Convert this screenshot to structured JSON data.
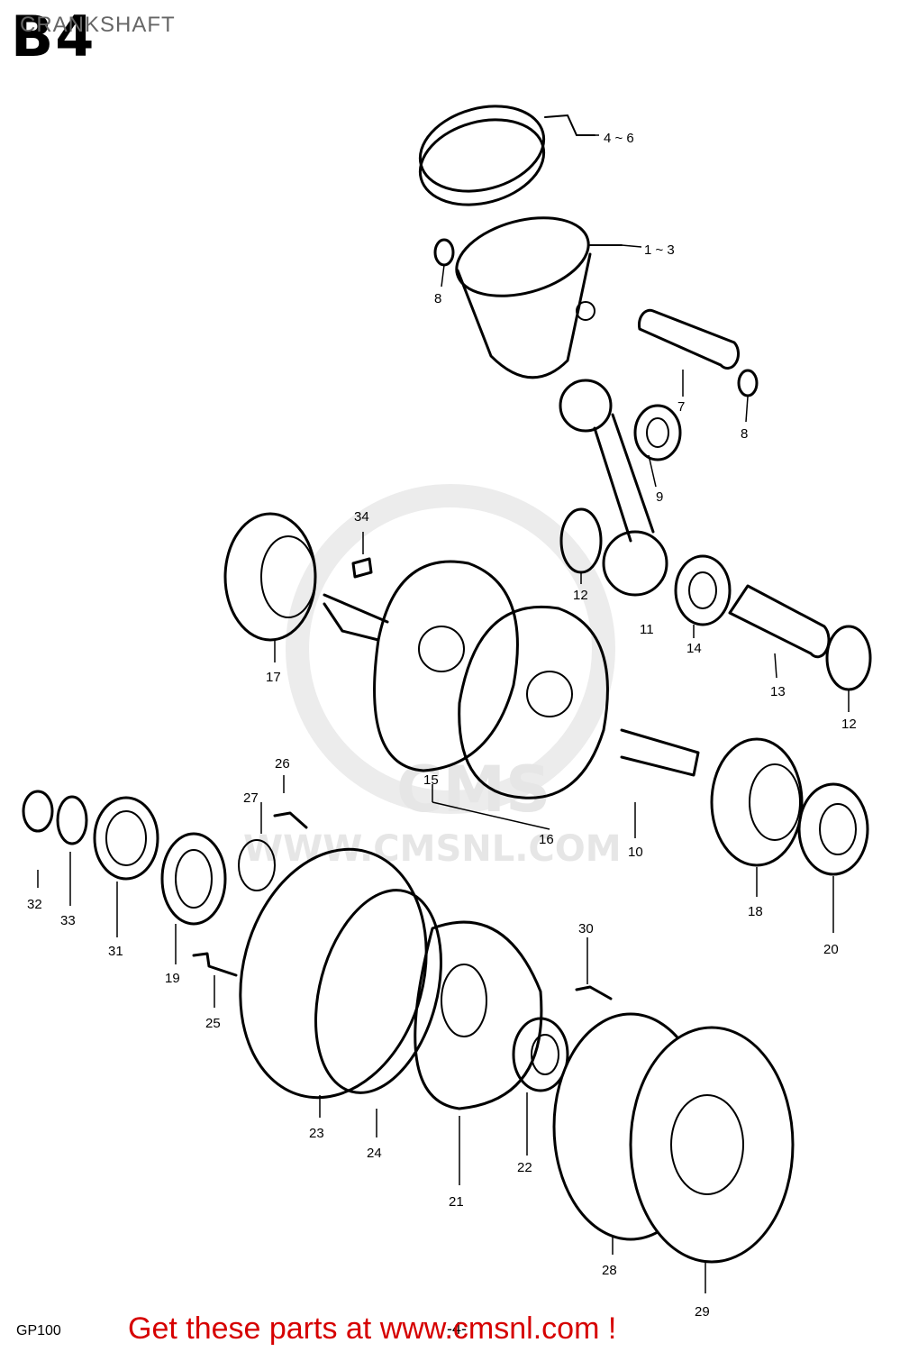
{
  "header": {
    "section_code": "B4",
    "title": "CRANKSHAFT"
  },
  "footer": {
    "model": "GP100",
    "page_mark": "-4-",
    "cta": "Get these parts at www.cmsnl.com !"
  },
  "watermark": {
    "brand": "CMS",
    "url": "WWW.CMSNL.COM"
  },
  "callouts": [
    "4 ~ 6",
    "1 ~ 3",
    "8",
    "7",
    "8",
    "9",
    "34",
    "12",
    "11",
    "14",
    "13",
    "12",
    "17",
    "15",
    "16",
    "10",
    "26",
    "27",
    "32",
    "33",
    "31",
    "19",
    "25",
    "18",
    "20",
    "30",
    "23",
    "24",
    "22",
    "21",
    "28",
    "29"
  ]
}
